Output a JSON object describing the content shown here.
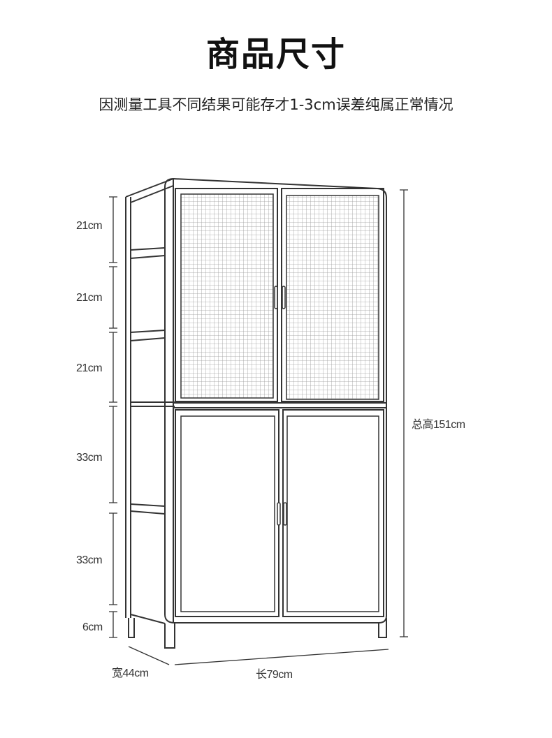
{
  "header": {
    "title": "商品尺寸",
    "subtitle": "因测量工具不同结果可能存才1-3cm误差纯属正常情况"
  },
  "dimensions": {
    "shelf_1": "21cm",
    "shelf_2": "21cm",
    "shelf_3": "21cm",
    "shelf_4": "33cm",
    "shelf_5": "33cm",
    "leg_height": "6cm",
    "total_height": "总高151cm",
    "depth": "宽44cm",
    "length": "长79cm"
  },
  "colors": {
    "line": "#333333",
    "mesh": "#9a9a9a",
    "background": "#ffffff"
  }
}
